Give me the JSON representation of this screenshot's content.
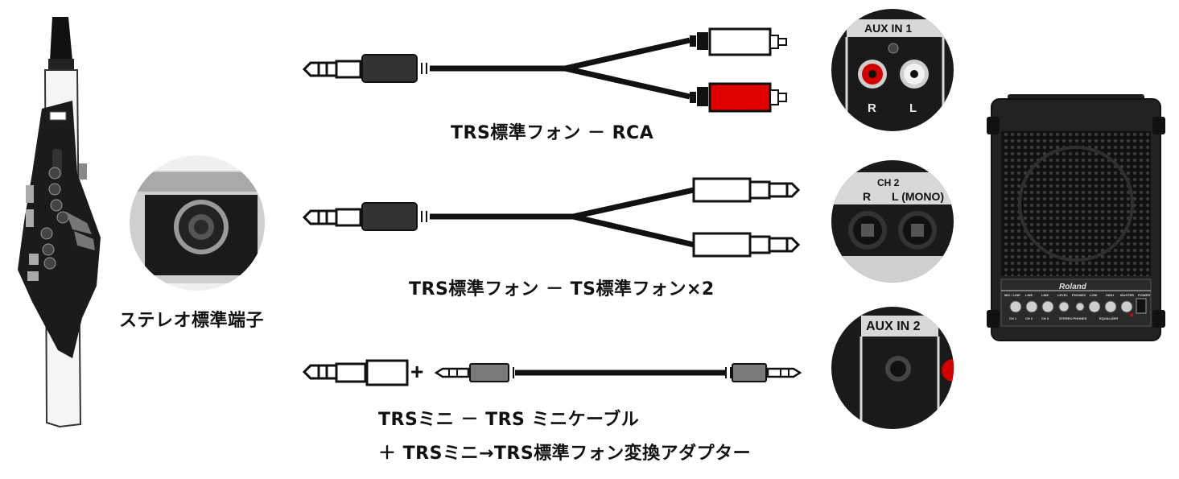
{
  "instrument": {
    "brand": "Roland",
    "jack_label": "ステレオ標準端子"
  },
  "cables": [
    {
      "id": "rca",
      "caption": "TRS標準フォン －  RCA"
    },
    {
      "id": "ts2",
      "caption": "TRS標準フォン －  TS標準フォン×2"
    },
    {
      "id": "mini",
      "caption": "TRSミニ － TRS ミニケーブル",
      "caption2": "＋ TRSミニ→TRS標準フォン変換アダプター",
      "plus": "+"
    }
  ],
  "panels": [
    {
      "id": "aux1",
      "header": "AUX IN 1",
      "left": "R",
      "right": "L"
    },
    {
      "id": "ch2",
      "header": "CH 2",
      "left": "R",
      "right": "L (MONO)"
    },
    {
      "id": "aux2",
      "header": "AUX IN 2"
    }
  ],
  "amp": {
    "brand": "Roland",
    "knob_labels": [
      "MIC / LINE",
      "LINE",
      "LINE",
      "LEVEL",
      "PHONES",
      "LOW",
      "HIGH",
      "MASTER",
      "POWER"
    ],
    "bottom_labels": [
      "CH 1",
      "CH 2",
      "CH 3",
      "STEREO PHONES",
      "EQUALIZER"
    ]
  },
  "colors": {
    "rca_left": "#ffffff",
    "rca_right": "#e00000",
    "cable": "#111111"
  }
}
